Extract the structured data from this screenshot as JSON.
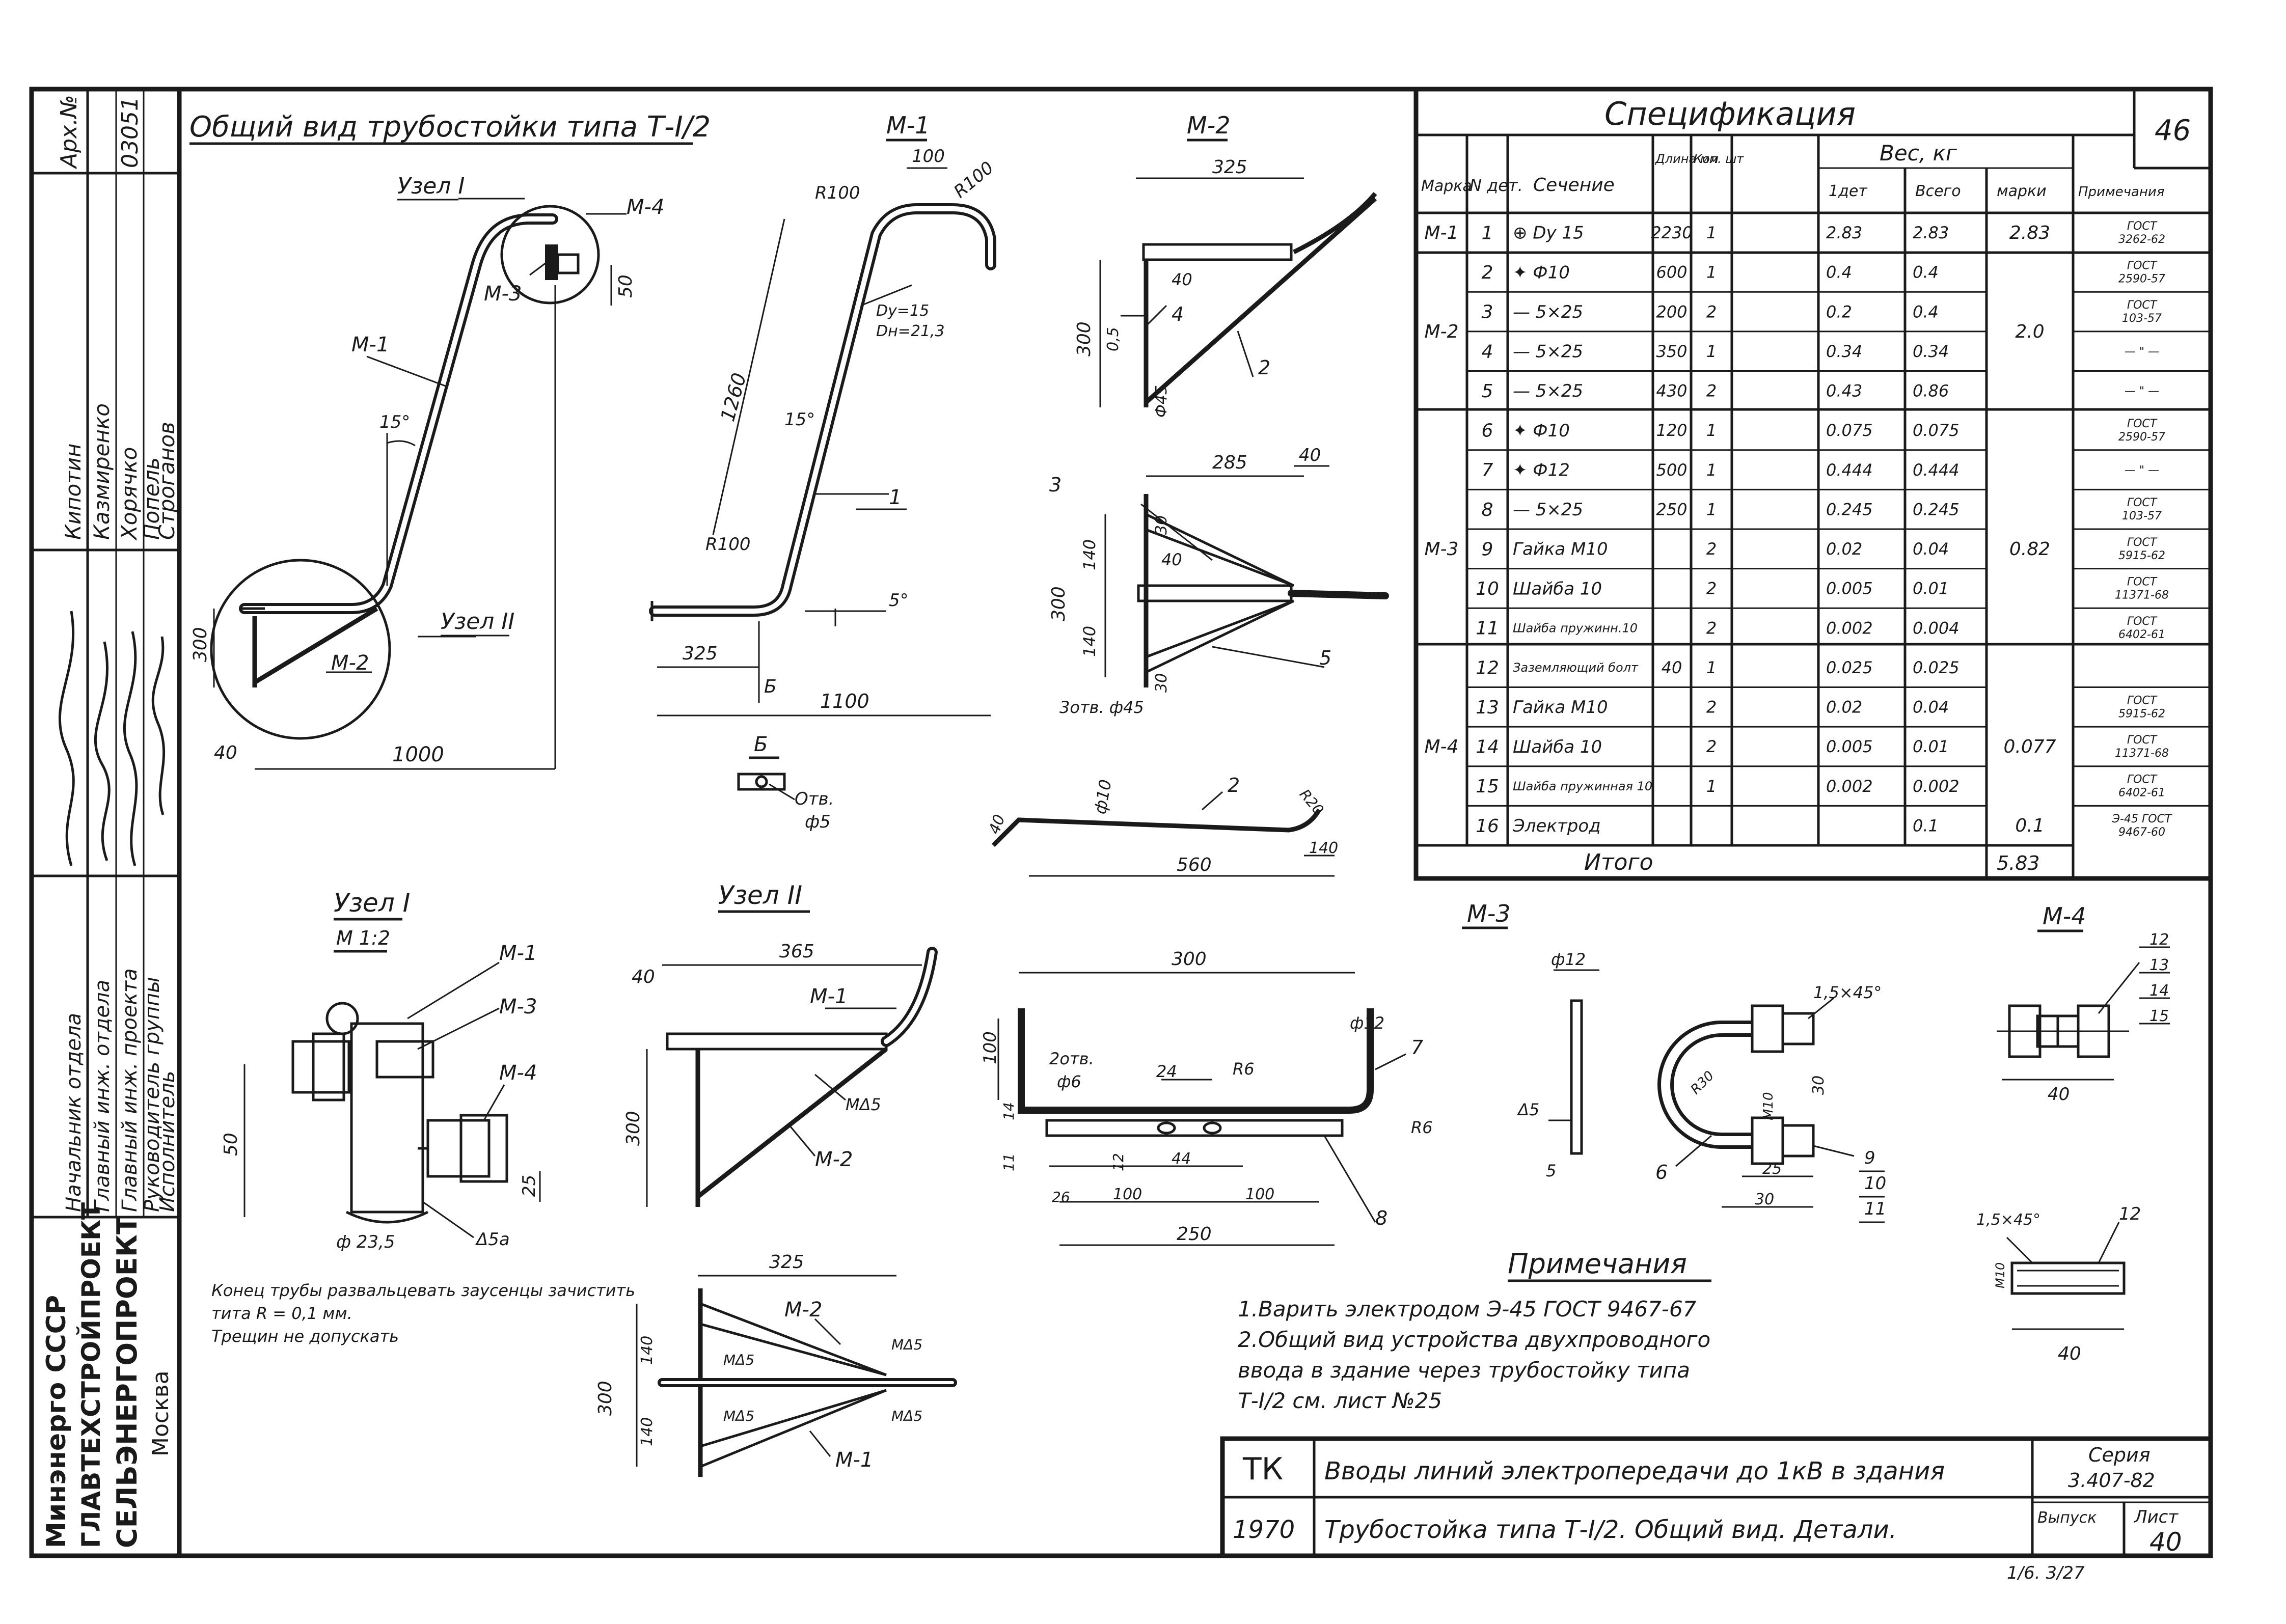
{
  "main_title": "Общий вид трубостойки типа Т-I/2",
  "view_labels": {
    "m1": "М-1",
    "m2": "М-2",
    "m3": "М-3",
    "m4": "М-4",
    "uzel1": "Узел I",
    "uzel1_scale": "М 1:2",
    "uzel2": "Узел II",
    "b": "Б"
  },
  "general_view": {
    "node1": "Узел I",
    "node2": "Узел II",
    "m1": "М-1",
    "m2": "М-2",
    "m3": "М-3",
    "m4": "М-4",
    "angle": "15°",
    "dim_50": "50",
    "dim_300": "300",
    "dim_40": "40",
    "dim_1000": "1000"
  },
  "m1_view": {
    "r100_top": "R100",
    "dim_100": "100",
    "r100_right": "R100",
    "dim_1260": "1260",
    "du": "Dу=15",
    "dn": "Dн=21,3",
    "angle": "15°",
    "r100_bottom": "R100",
    "angle5": "5°",
    "dim_325": "325",
    "dim_1100": "1100",
    "b_mark": "Б",
    "part": "1"
  },
  "m2_view": {
    "dim_325": "325",
    "dim_40": "40",
    "dim_300": "300",
    "dim_05": "0,5",
    "part4": "4",
    "part2": "2",
    "hole": "Ф45",
    "dim_285": "285",
    "dim_40b": "40",
    "part3": "3",
    "dim_30a": "30",
    "dim_140a": "140",
    "dim_40c": "40",
    "dim_300b": "300",
    "dim_140b": "140",
    "dim_30b": "30",
    "part5": "5",
    "holes": "3отв. ф45"
  },
  "b_view": {
    "hole": "Отв.",
    "dia": "ф5"
  },
  "detail2": {
    "dim_40": "40",
    "dia": "ф10",
    "part": "2",
    "r20": "R20",
    "dim_560": "560",
    "dim_140": "140"
  },
  "spec": {
    "title": "Спецификация",
    "sheet_no": "46",
    "headers": {
      "mark": "Марка",
      "n_det": "N дет.",
      "section": "Сечение",
      "length": "Длина мм",
      "qty": "Кол. шт",
      "weight": "Вес, кг",
      "w_one": "1дет",
      "w_total": "Всего",
      "w_mark": "марки",
      "note": "Примечания"
    },
    "rows": [
      {
        "mark": "М-1",
        "n": "1",
        "sym": "⊕",
        "sec": "Dу 15",
        "len": "2230",
        "qty": "1",
        "w1": "2.83",
        "wt": "2.83",
        "wm": "2.83",
        "note": "ГОСТ 3262-62"
      },
      {
        "mark": "М-2",
        "n": "2",
        "sym": "✦",
        "sec": "Ф10",
        "len": "600",
        "qty": "1",
        "w1": "0.4",
        "wt": "0.4",
        "wm": "2.0",
        "note": "ГОСТ 2590-57"
      },
      {
        "mark": "",
        "n": "3",
        "sym": "—",
        "sec": "5×25",
        "len": "200",
        "qty": "2",
        "w1": "0.2",
        "wt": "0.4",
        "wm": "",
        "note": "ГОСТ 103-57"
      },
      {
        "mark": "",
        "n": "4",
        "sym": "—",
        "sec": "5×25",
        "len": "350",
        "qty": "1",
        "w1": "0.34",
        "wt": "0.34",
        "wm": "",
        "note": "— \" —"
      },
      {
        "mark": "",
        "n": "5",
        "sym": "—",
        "sec": "5×25",
        "len": "430",
        "qty": "2",
        "w1": "0.43",
        "wt": "0.86",
        "wm": "",
        "note": "— \" —"
      },
      {
        "mark": "М-3",
        "n": "6",
        "sym": "✦",
        "sec": "Ф10",
        "len": "120",
        "qty": "1",
        "w1": "0.075",
        "wt": "0.075",
        "wm": "0.82",
        "note": "ГОСТ 2590-57"
      },
      {
        "mark": "",
        "n": "7",
        "sym": "✦",
        "sec": "Ф12",
        "len": "500",
        "qty": "1",
        "w1": "0.444",
        "wt": "0.444",
        "wm": "",
        "note": "— \" —"
      },
      {
        "mark": "",
        "n": "8",
        "sym": "—",
        "sec": "5×25",
        "len": "250",
        "qty": "1",
        "w1": "0.245",
        "wt": "0.245",
        "wm": "",
        "note": "ГОСТ 103-57"
      },
      {
        "mark": "",
        "n": "9",
        "sym": "",
        "sec": "Гайка М10",
        "len": "",
        "qty": "2",
        "w1": "0.02",
        "wt": "0.04",
        "wm": "",
        "note": "ГОСТ 5915-62"
      },
      {
        "mark": "",
        "n": "10",
        "sym": "",
        "sec": "Шайба 10",
        "len": "",
        "qty": "2",
        "w1": "0.005",
        "wt": "0.01",
        "wm": "",
        "note": "ГОСТ 11371-68"
      },
      {
        "mark": "",
        "n": "11",
        "sym": "",
        "sec": "Шайба пружинн.10",
        "len": "",
        "qty": "2",
        "w1": "0.002",
        "wt": "0.004",
        "wm": "",
        "note": "ГОСТ 6402-61"
      },
      {
        "mark": "М-4",
        "n": "12",
        "sym": "",
        "sec": "Заземляющий болт",
        "len": "40",
        "qty": "1",
        "w1": "0.025",
        "wt": "0.025",
        "wm": "0.077",
        "note": ""
      },
      {
        "mark": "",
        "n": "13",
        "sym": "",
        "sec": "Гайка М10",
        "len": "",
        "qty": "2",
        "w1": "0.02",
        "wt": "0.04",
        "wm": "",
        "note": "ГОСТ 5915-62"
      },
      {
        "mark": "",
        "n": "14",
        "sym": "",
        "sec": "Шайба 10",
        "len": "",
        "qty": "2",
        "w1": "0.005",
        "wt": "0.01",
        "wm": "",
        "note": "ГОСТ 11371-68"
      },
      {
        "mark": "",
        "n": "15",
        "sym": "",
        "sec": "Шайба пружинная 10",
        "len": "",
        "qty": "1",
        "w1": "0.002",
        "wt": "0.002",
        "wm": "",
        "note": "ГОСТ 6402-61"
      },
      {
        "mark": "",
        "n": "16",
        "sym": "",
        "sec": "Электрод",
        "len": "",
        "qty": "",
        "w1": "",
        "wt": "0.1",
        "wm": "0.1",
        "note": "Э-45 ГОСТ 9467-60"
      }
    ],
    "total_label": "Итого",
    "total_value": "5.83"
  },
  "uzel1": {
    "m1": "М-1",
    "m3": "М-3",
    "m4": "М-4",
    "dim_50": "50",
    "dim_25": "25",
    "dia": "ф 23,5",
    "weld": "Δ5а"
  },
  "uzel2": {
    "dim_365": "365",
    "dim_40": "40",
    "m1": "М-1",
    "dim_300": "300",
    "weld": "МΔ5",
    "m2": "М-2"
  },
  "uzel2b": {
    "dim_325": "325",
    "m2": "М-2",
    "weld_a": "МΔ5",
    "weld_b": "МΔ5",
    "weld_c": "МΔ5",
    "weld_d": "МΔ5",
    "dim_300": "300",
    "dim_140a": "140",
    "dim_140b": "140",
    "m1": "М-1"
  },
  "m3_view": {
    "dim_300": "300",
    "dim_100": "100",
    "dia12": "ф12",
    "part7": "7",
    "holes": "2отв.",
    "hole_dia": "ф6",
    "dim_24": "24",
    "r6a": "R6",
    "dim_14": "14",
    "r6b": "R6",
    "dim_11": "11",
    "dim_12": "12",
    "dim_44": "44",
    "dim_26": "26",
    "dim_100b": "100",
    "dim_100c": "100",
    "dim_250": "250",
    "part8": "8"
  },
  "m3_side": {
    "dia": "ф12",
    "weld": "Δ5",
    "part5": "5"
  },
  "m3_ubolt": {
    "chamfer": "1,5×45°",
    "r": "R30",
    "m10": "М10",
    "dim_30a": "30",
    "dim_25": "25",
    "dim_30b": "30",
    "part6": "6",
    "p9": "9",
    "p10": "10",
    "p11": "11"
  },
  "m4_view": {
    "p12": "12",
    "p13": "13",
    "p14": "14",
    "p15": "15",
    "dim_40": "40",
    "chamfer": "1,5×45°",
    "p12b": "12",
    "m10": "М10",
    "dim_40b": "40"
  },
  "stamp": {
    "ministry": "Минэнерго СССР",
    "org1": "ГЛАВТЕХСТРОЙПРОЕКТ",
    "org2": "СЕЛЬЭНЕРГОПРОЕКТ",
    "city": "Москва",
    "roles": [
      "Начальник отдела",
      "Главный инж. отдела",
      "Главный инж. проекта",
      "Руководитель группы",
      "Исполнитель"
    ],
    "names": [
      "Кипотин",
      "Казмиренко",
      "Хорячко",
      "Попель",
      "Строганов"
    ],
    "arch_label": "Арх.№",
    "arch_no": "03051"
  },
  "notes": {
    "title": "Примечания",
    "items": [
      "1.Варить электродом Э-45 ГОСТ 9467-67",
      "2.Общий вид устройства двухпроводного",
      "ввода в здание через трубостойку типа",
      "Т-I/2 см. лист №25"
    ],
    "pipe_end_1": "Конец трубы развальцевать заусенцы зачистить",
    "pipe_end_2": "тита R = 0,1 мм.",
    "pipe_end_3": "Трещин не допускать"
  },
  "titleblock": {
    "code": "ТК",
    "year": "1970",
    "title1": "Вводы линий электропередачи до 1кВ в здания",
    "title2": "Трубостойка типа Т-I/2. Общий вид. Детали.",
    "series_label": "Серия",
    "series": "3.407-82",
    "issue_label": "Выпуск",
    "sheet_label": "Лист",
    "sheet": "40"
  },
  "footer": "1/6. 3/27"
}
